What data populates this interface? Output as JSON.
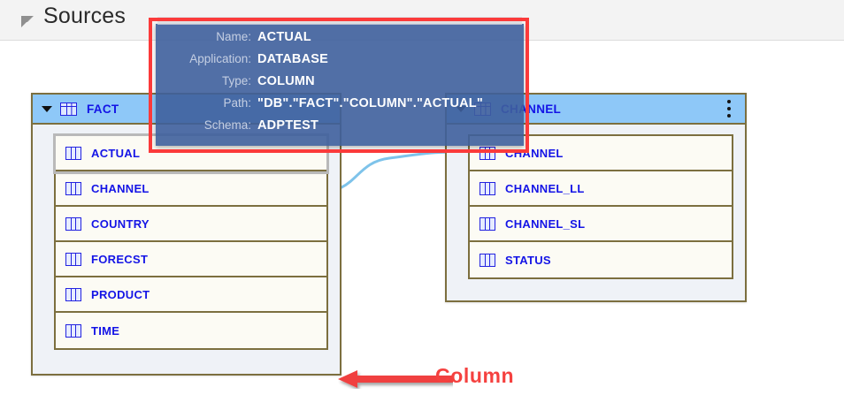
{
  "header": {
    "title": "Sources",
    "caret_icon": "collapse-triangle-icon"
  },
  "entities": [
    {
      "name": "FACT",
      "caret_icon": "chevron-down-icon",
      "table_icon": "table-icon",
      "menu_icon": "kebab-menu-icon",
      "columns": [
        {
          "label": "ACTUAL",
          "icon": "column-icon",
          "selected": true
        },
        {
          "label": "CHANNEL",
          "icon": "column-icon",
          "selected": false
        },
        {
          "label": "COUNTRY",
          "icon": "column-icon",
          "selected": false
        },
        {
          "label": "FORECST",
          "icon": "column-icon",
          "selected": false
        },
        {
          "label": "PRODUCT",
          "icon": "column-icon",
          "selected": false
        },
        {
          "label": "TIME",
          "icon": "column-icon",
          "selected": false
        }
      ]
    },
    {
      "name": "CHANNEL",
      "caret_icon": "chevron-down-icon",
      "table_icon": "table-icon",
      "menu_icon": "kebab-menu-icon",
      "columns": [
        {
          "label": "CHANNEL",
          "icon": "column-icon",
          "selected": false
        },
        {
          "label": "CHANNEL_LL",
          "icon": "column-icon",
          "selected": false
        },
        {
          "label": "CHANNEL_SL",
          "icon": "column-icon",
          "selected": false
        },
        {
          "label": "STATUS",
          "icon": "column-icon",
          "selected": false
        }
      ]
    }
  ],
  "tooltip": {
    "rows": [
      {
        "label": "Name:",
        "value": "ACTUAL"
      },
      {
        "label": "Application:",
        "value": "DATABASE"
      },
      {
        "label": "Type:",
        "value": "COLUMN"
      },
      {
        "label": "Path:",
        "value": "\"DB\".\"FACT\".\"COLUMN\".\"ACTUAL\""
      },
      {
        "label": "Schema:",
        "value": "ADPTEST"
      }
    ]
  },
  "annotation": {
    "label": "Column",
    "arrow_icon": "left-arrow-icon",
    "highlight_color": "#fb3a3a",
    "label_color": "#f5413f"
  },
  "colors": {
    "header_bg": "#f3f3f3",
    "entity_header_bg": "#8ec8f8",
    "entity_border": "#7c6f3f",
    "entity_body_bg": "#eff2f7",
    "column_row_bg": "#fcfbf4",
    "text_blue": "#1414e6",
    "tooltip_bg": "#3e5f9c",
    "connector": "#7ec3ea"
  }
}
